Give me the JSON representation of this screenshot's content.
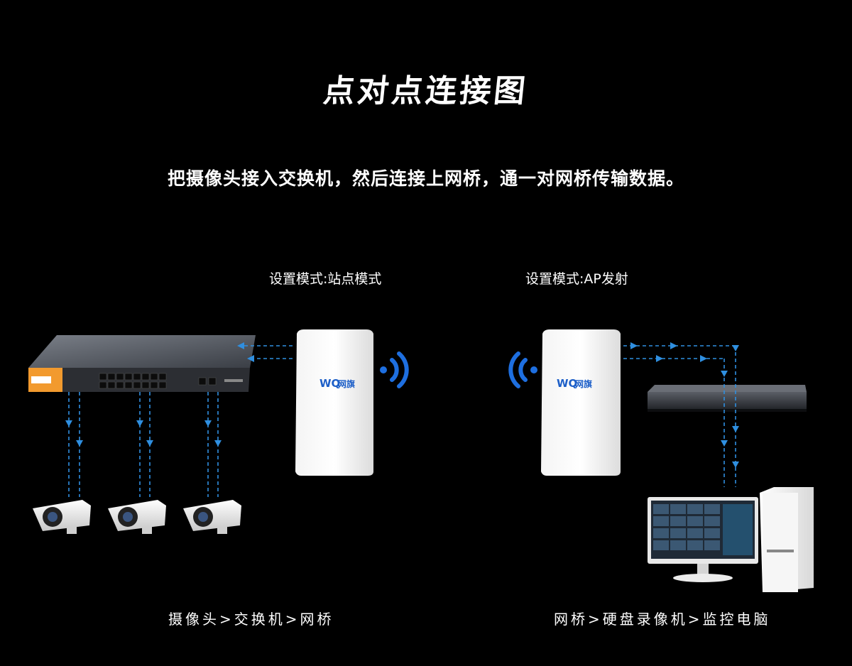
{
  "title": "点对点连接图",
  "subtitle": "把摄像头接入交换机，然后连接上网桥，通一对网桥传输数据。",
  "left": {
    "mode_label": "设置模式:站点模式",
    "caption": "摄像头>交换机>网桥"
  },
  "right": {
    "mode_label": "设置模式:AP发射",
    "caption": "网桥>硬盘录像机>监控电脑"
  },
  "bridge_logo": {
    "mark": "WQ",
    "brand": "网旗"
  },
  "colors": {
    "background": "#000000",
    "link": "#2f8fe0",
    "wifi": "#1e6fe0",
    "switch_accent": "#f29a2e"
  }
}
